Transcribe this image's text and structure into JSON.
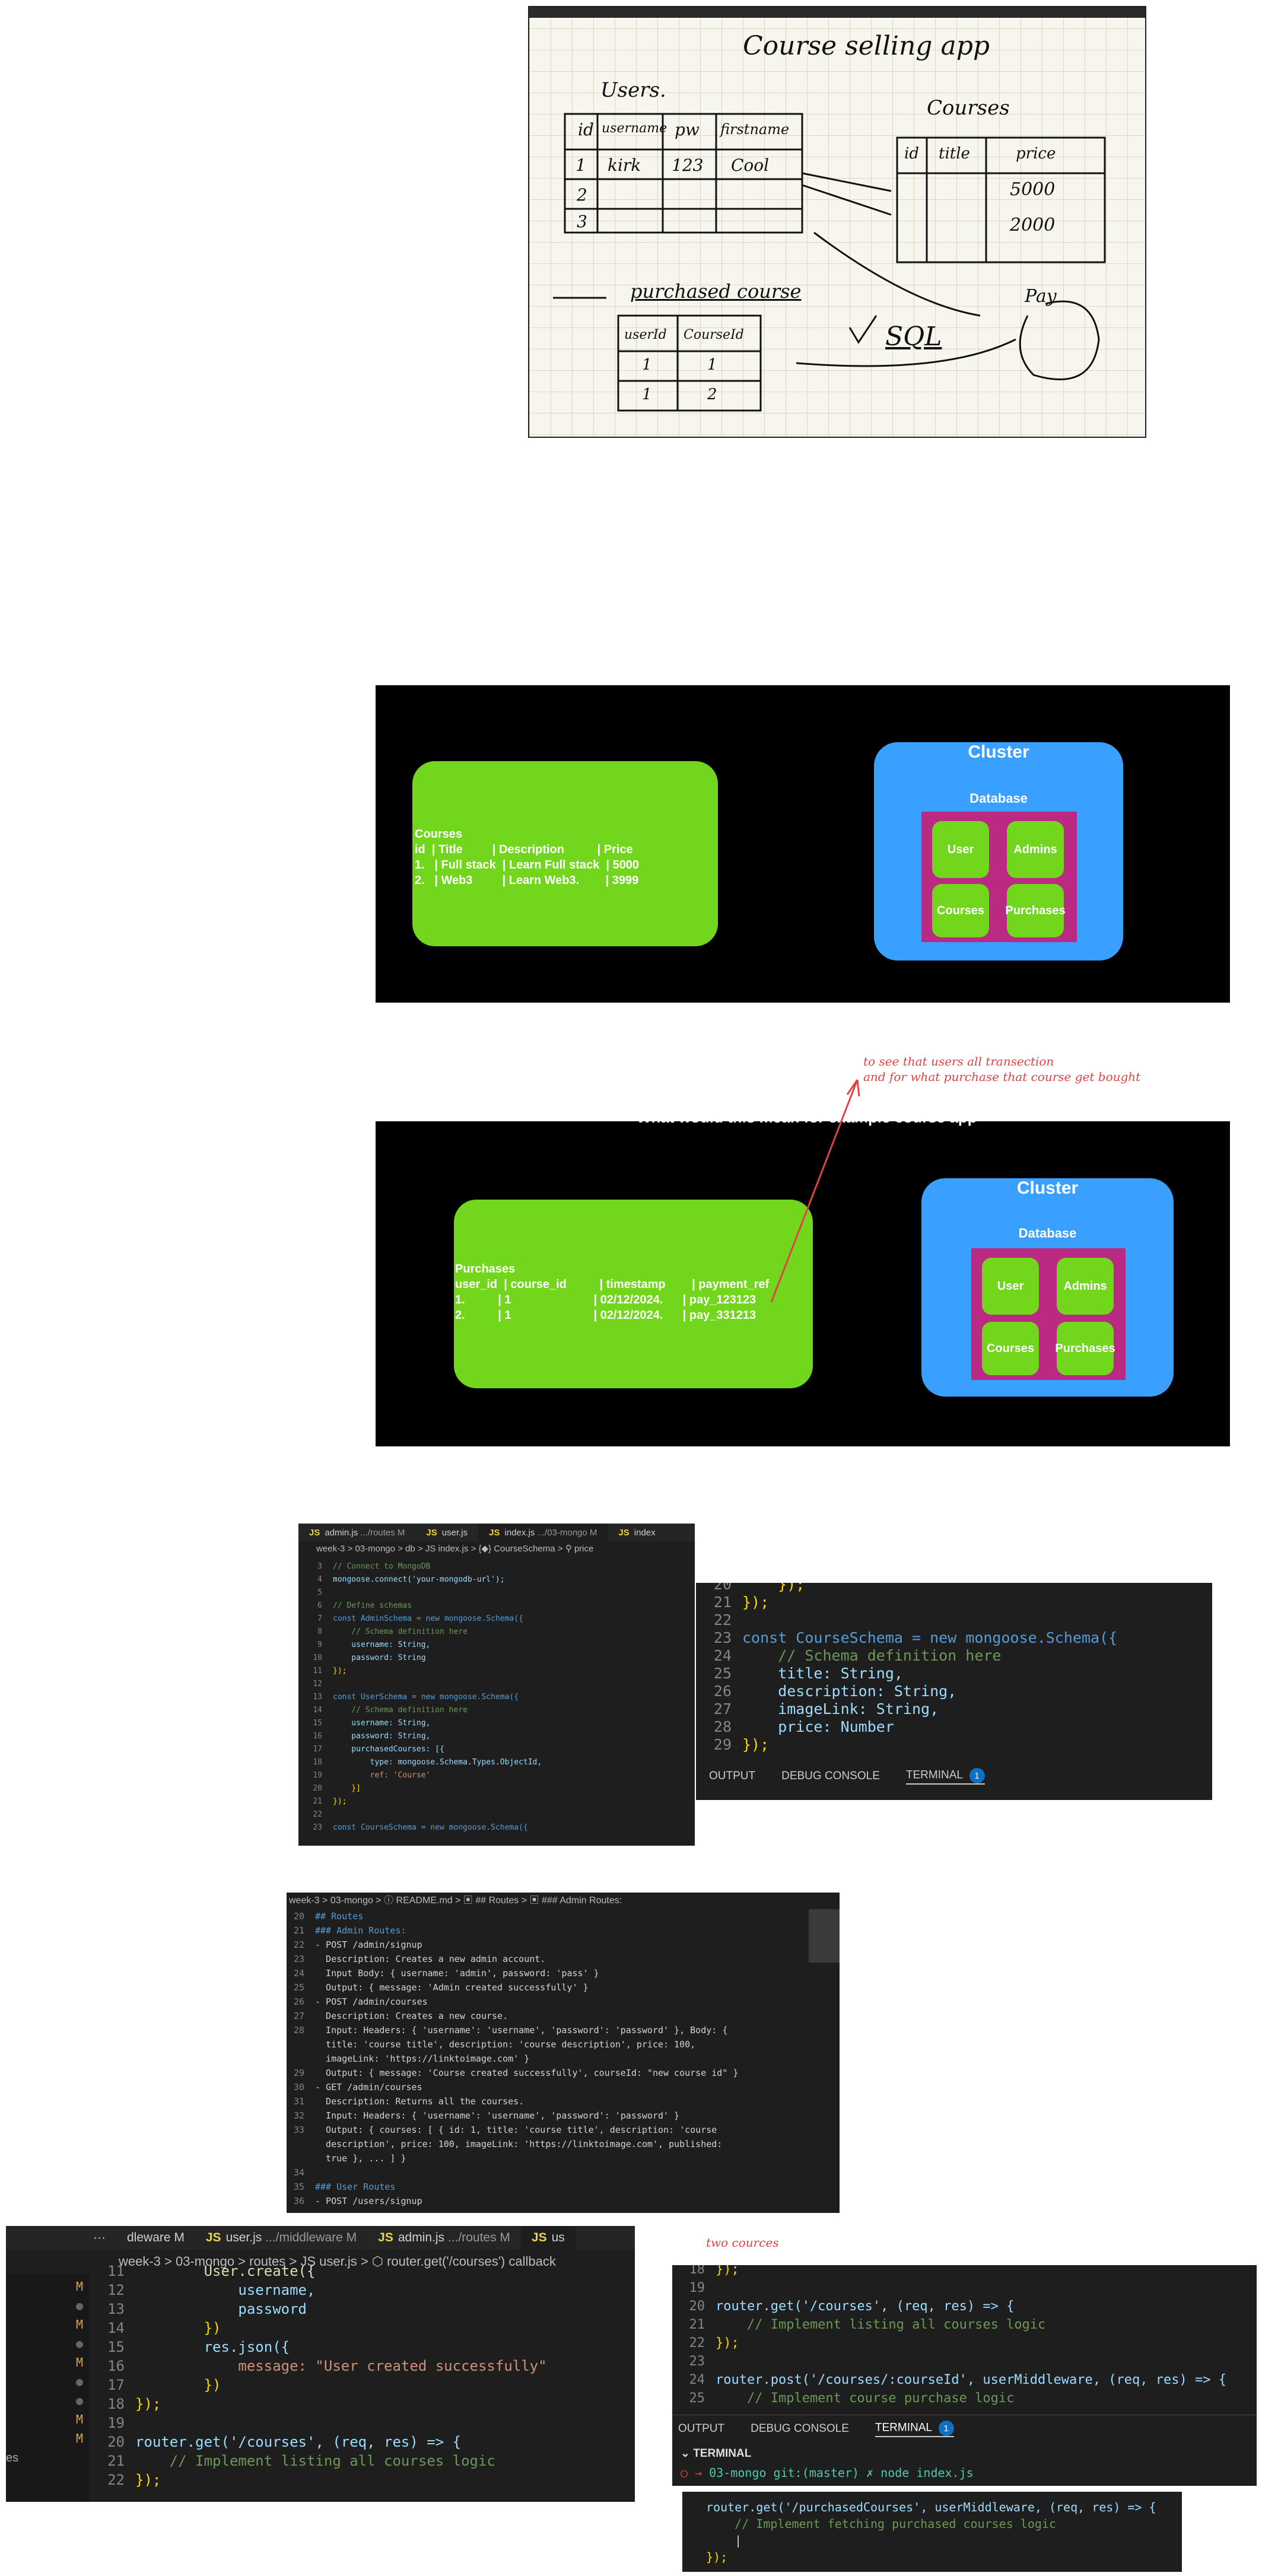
{
  "sketch": {
    "title": "Course selling app",
    "users_label": "Users.",
    "users_headers": [
      "id",
      "username",
      "pw",
      "firstname"
    ],
    "users_row": [
      "1",
      "kirk",
      "123",
      "Cool"
    ],
    "users_ids": [
      "2",
      "3"
    ],
    "courses_label": "Courses",
    "courses_headers": [
      "id",
      "title",
      "price"
    ],
    "courses_prices": [
      "5000",
      "2000"
    ],
    "purchased_label": "purchased course",
    "purchased_headers": [
      "userId",
      "CourseId"
    ],
    "purchased_rows": [
      [
        "1",
        "1"
      ],
      [
        "1",
        "2"
      ]
    ],
    "sql": "SQL",
    "pay": "Pay"
  },
  "diagram1": {
    "table_title": "Courses",
    "table_lines": [
      "id  | Title         | Description          | Price",
      "1.   | Full stack  | Learn Full stack  | 5000",
      "2.   | Web3         | Learn Web3.        | 3999"
    ],
    "cluster_title": "Cluster",
    "database_label": "Database",
    "collections": [
      "User",
      "Admins",
      "Courses",
      "Purchases"
    ]
  },
  "diagram2": {
    "annotation_line1": "to see that users all transection",
    "annotation_line2": "and for what purchase that course get bought",
    "partial_heading": "What would this mean for example course app",
    "table_title": "Purchases",
    "table_lines": [
      "user_id  | course_id          | timestamp        | payment_ref",
      "1.          | 1                         | 02/12/2024.      | pay_123123",
      "2.          | 1                         | 02/12/2024.      | pay_331213"
    ],
    "cluster_title": "Cluster",
    "database_label": "Database",
    "collections": [
      "User",
      "Admins",
      "Courses",
      "Purchases"
    ]
  },
  "editor1": {
    "tabs": [
      "admin.js",
      "user.js",
      "index.js",
      "index"
    ],
    "tab_hints": [
      ".../routes M",
      "",
      ".../03-mongo M",
      ""
    ],
    "breadcrumb": "week-3 > 03-mongo > db > JS index.js > {◆} CourseSchema > ⚲ price",
    "lines": [
      {
        "n": "3",
        "t": "// Connect to MongoDB",
        "c": "cm"
      },
      {
        "n": "4",
        "t": "mongoose.connect('your-mongodb-url');",
        "c": "va"
      },
      {
        "n": "5",
        "t": "",
        "c": ""
      },
      {
        "n": "6",
        "t": "// Define schemas",
        "c": "cm"
      },
      {
        "n": "7",
        "t": "const AdminSchema = new mongoose.Schema({",
        "c": "kw"
      },
      {
        "n": "8",
        "t": "    // Schema definition here",
        "c": "cm"
      },
      {
        "n": "9",
        "t": "    username: String,",
        "c": "va"
      },
      {
        "n": "10",
        "t": "    password: String",
        "c": "va"
      },
      {
        "n": "11",
        "t": "});",
        "c": "pu"
      },
      {
        "n": "12",
        "t": "",
        "c": ""
      },
      {
        "n": "13",
        "t": "const UserSchema = new mongoose.Schema({",
        "c": "kw"
      },
      {
        "n": "14",
        "t": "    // Schema definition here",
        "c": "cm"
      },
      {
        "n": "15",
        "t": "    username: String,",
        "c": "va"
      },
      {
        "n": "16",
        "t": "    password: String,",
        "c": "va"
      },
      {
        "n": "17",
        "t": "    purchasedCourses: [{",
        "c": "va"
      },
      {
        "n": "18",
        "t": "        type: mongoose.Schema.Types.ObjectId,",
        "c": "va"
      },
      {
        "n": "19",
        "t": "        ref: 'Course'",
        "c": "str"
      },
      {
        "n": "20",
        "t": "    }]",
        "c": "pu"
      },
      {
        "n": "21",
        "t": "});",
        "c": "pu"
      },
      {
        "n": "22",
        "t": "",
        "c": ""
      },
      {
        "n": "23",
        "t": "const CourseSchema = new mongoose.Schema({",
        "c": "kw"
      }
    ]
  },
  "editor2": {
    "lines": [
      {
        "n": "20",
        "t": "    });",
        "c": "pu"
      },
      {
        "n": "21",
        "t": "});",
        "c": "pu"
      },
      {
        "n": "22",
        "t": "",
        "c": ""
      },
      {
        "n": "23",
        "t": "const CourseSchema = new mongoose.Schema({",
        "c": "kw"
      },
      {
        "n": "24",
        "t": "    // Schema definition here",
        "c": "cm"
      },
      {
        "n": "25",
        "t": "    title: String,",
        "c": "va"
      },
      {
        "n": "26",
        "t": "    description: String,",
        "c": "va"
      },
      {
        "n": "27",
        "t": "    imageLink: String,",
        "c": "va"
      },
      {
        "n": "28",
        "t": "    price: Number",
        "c": "va"
      },
      {
        "n": "29",
        "t": "});",
        "c": "pu"
      }
    ],
    "panel_tabs": [
      "OUTPUT",
      "DEBUG CONSOLE",
      "TERMINAL"
    ],
    "badge": "1"
  },
  "editor3": {
    "breadcrumb": "week-3 > 03-mongo > ⓘ README.md > ▣ ## Routes > ▣ ### Admin Routes:",
    "lines": [
      {
        "n": "20",
        "t": "## Routes",
        "c": "kw"
      },
      {
        "n": "21",
        "t": "### Admin Routes:",
        "c": "kw"
      },
      {
        "n": "22",
        "t": "- POST /admin/signup",
        "c": ""
      },
      {
        "n": "23",
        "t": "  Description: Creates a new admin account.",
        "c": ""
      },
      {
        "n": "24",
        "t": "  Input Body: { username: 'admin', password: 'pass' }",
        "c": ""
      },
      {
        "n": "25",
        "t": "  Output: { message: 'Admin created successfully' }",
        "c": ""
      },
      {
        "n": "26",
        "t": "- POST /admin/courses",
        "c": ""
      },
      {
        "n": "27",
        "t": "  Description: Creates a new course.",
        "c": ""
      },
      {
        "n": "28",
        "t": "  Input: Headers: { 'username': 'username', 'password': 'password' }, Body: {",
        "c": ""
      },
      {
        "n": "",
        "t": "  title: 'course title', description: 'course description', price: 100,",
        "c": ""
      },
      {
        "n": "",
        "t": "  imageLink: 'https://linktoimage.com' }",
        "c": ""
      },
      {
        "n": "29",
        "t": "  Output: { message: 'Course created successfully', courseId: \"new course id\" }",
        "c": ""
      },
      {
        "n": "30",
        "t": "- GET /admin/courses",
        "c": ""
      },
      {
        "n": "31",
        "t": "  Description: Returns all the courses.",
        "c": ""
      },
      {
        "n": "32",
        "t": "  Input: Headers: { 'username': 'username', 'password': 'password' }",
        "c": ""
      },
      {
        "n": "33",
        "t": "  Output: { courses: [ { id: 1, title: 'course title', description: 'course",
        "c": ""
      },
      {
        "n": "",
        "t": "  description', price: 100, imageLink: 'https://linktoimage.com', published:",
        "c": ""
      },
      {
        "n": "",
        "t": "  true }, ... ] }",
        "c": ""
      },
      {
        "n": "34",
        "t": "",
        "c": ""
      },
      {
        "n": "35",
        "t": "### User Routes",
        "c": "kw"
      },
      {
        "n": "36",
        "t": "- POST /users/signup",
        "c": ""
      }
    ]
  },
  "editor4": {
    "tabs": [
      "dleware M",
      "user.js",
      "admin.js",
      "us"
    ],
    "tab_hints": [
      "",
      ".../middleware M",
      ".../routes M",
      ""
    ],
    "breadcrumb": "week-3 > 03-mongo > routes > JS user.js > ⬡ router.get('/courses') callback",
    "gutter": [
      "M",
      "",
      "M",
      "",
      "M",
      "",
      "",
      "M",
      "M"
    ],
    "lines": [
      {
        "n": "11",
        "t": "        User.create({",
        "c": "fn"
      },
      {
        "n": "12",
        "t": "            username,",
        "c": "va"
      },
      {
        "n": "13",
        "t": "            password",
        "c": "va"
      },
      {
        "n": "14",
        "t": "        })",
        "c": "pu"
      },
      {
        "n": "15",
        "t": "        res.json({",
        "c": "va"
      },
      {
        "n": "16",
        "t": "            message: \"User created successfully\"",
        "c": "str"
      },
      {
        "n": "17",
        "t": "        })",
        "c": "pu"
      },
      {
        "n": "18",
        "t": "});",
        "c": "pu"
      },
      {
        "n": "19",
        "t": "",
        "c": ""
      },
      {
        "n": "20",
        "t": "router.get('/courses', (req, res) => {",
        "c": "va"
      },
      {
        "n": "21",
        "t": "    // Implement listing all courses logic",
        "c": "cm"
      },
      {
        "n": "22",
        "t": "});",
        "c": "pu"
      }
    ],
    "left_label": "es"
  },
  "editor5": {
    "annotation": "two cources",
    "lines": [
      {
        "n": "18",
        "t": "});",
        "c": "pu"
      },
      {
        "n": "19",
        "t": "",
        "c": ""
      },
      {
        "n": "20",
        "t": "router.get('/courses', (req, res) => {",
        "c": "va"
      },
      {
        "n": "21",
        "t": "    // Implement listing all courses logic",
        "c": "cm"
      },
      {
        "n": "22",
        "t": "});",
        "c": "pu"
      },
      {
        "n": "23",
        "t": "",
        "c": ""
      },
      {
        "n": "24",
        "t": "router.post('/courses/:courseId', userMiddleware, (req, res) => {",
        "c": "va"
      },
      {
        "n": "25",
        "t": "    // Implement course purchase logic",
        "c": "cm"
      }
    ],
    "panel_tabs": [
      "OUTPUT",
      "DEBUG CONSOLE",
      "TERMINAL"
    ],
    "badge": "1",
    "terminal_label": "TERMINAL",
    "prompt": "03-mongo git:(master) ✗ node index.js"
  },
  "editor6": {
    "lines": [
      {
        "t": "router.get('/purchasedCourses', userMiddleware, (req, res) => {",
        "c": "va"
      },
      {
        "t": "    // Implement fetching purchased courses logic",
        "c": "cm"
      },
      {
        "t": "    |",
        "c": ""
      },
      {
        "t": "});",
        "c": "pu"
      }
    ]
  }
}
